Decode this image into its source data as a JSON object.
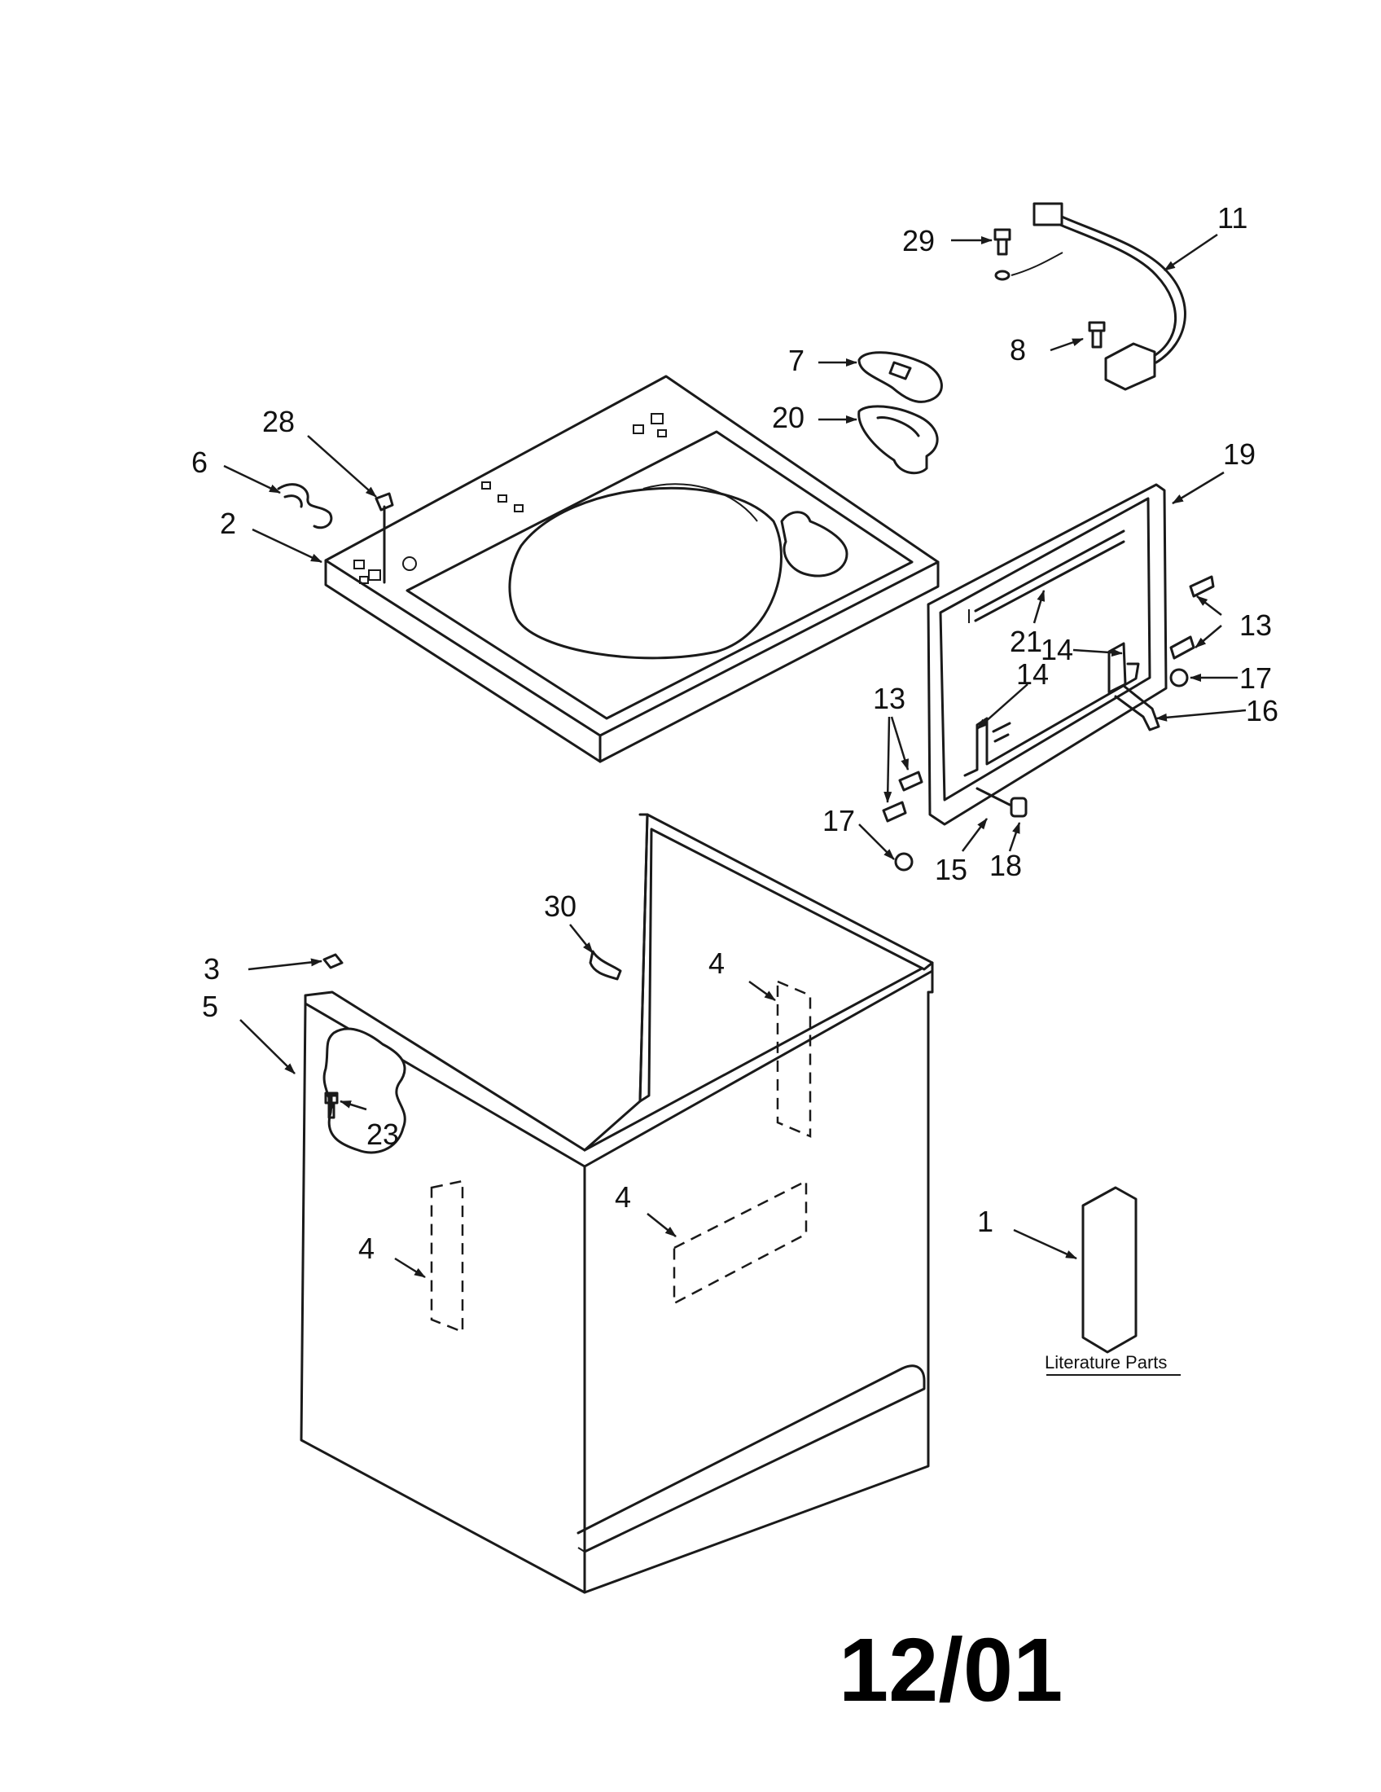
{
  "callouts": {
    "c29": "29",
    "c11": "11",
    "c8": "8",
    "c7": "7",
    "c20": "20",
    "c19": "19",
    "c28": "28",
    "c6": "6",
    "c2": "2",
    "c13a": "13",
    "c17a": "17",
    "c16": "16",
    "c21": "21",
    "c14a": "14",
    "c13b": "13",
    "c14b": "14",
    "c17b": "17",
    "c15": "15",
    "c18": "18",
    "c30": "30",
    "c3": "3",
    "c5": "5",
    "c4a": "4",
    "c23": "23",
    "c4b": "4",
    "c4c": "4",
    "c1": "1"
  },
  "literature_label": "Literature Parts",
  "date_stamp": "12/01",
  "colors": {
    "ink": "#1a1a1a",
    "paper": "#ffffff"
  }
}
